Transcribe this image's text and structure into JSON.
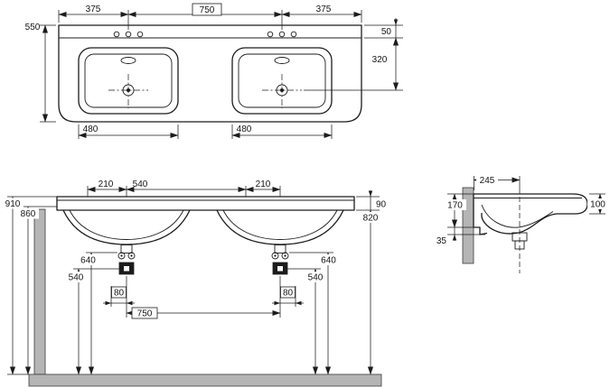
{
  "colors": {
    "line": "#1c1c1c",
    "concrete": "#b5b5b5",
    "background": "#ffffff"
  },
  "views": {
    "top": {
      "dims": {
        "edge_to_tap_left": "375",
        "tap_to_tap": "750",
        "edge_to_tap_right": "375",
        "total_depth": "550",
        "backsplash_depth": "50",
        "drain_setback": "320",
        "basin_width_left": "480",
        "basin_width_right": "480"
      }
    },
    "front": {
      "dims": {
        "height_to_rim": "910",
        "height_to_underside": "860",
        "tap_offset_left": "210",
        "tap_span_mid": "540",
        "tap_offset_right": "210",
        "apron_height": "90",
        "underside_clearance": "820",
        "outlet_height_left": "640",
        "outlet_height_right": "640",
        "trap_height_left": "540",
        "trap_height_right": "540",
        "outlet_offset_left": "80",
        "outlet_offset_right": "80",
        "drain_spacing": "750"
      }
    },
    "side": {
      "dims": {
        "wall_to_drain": "245",
        "back_apron_height": "170",
        "front_edge_height": "100",
        "lip_height": "35"
      }
    }
  }
}
